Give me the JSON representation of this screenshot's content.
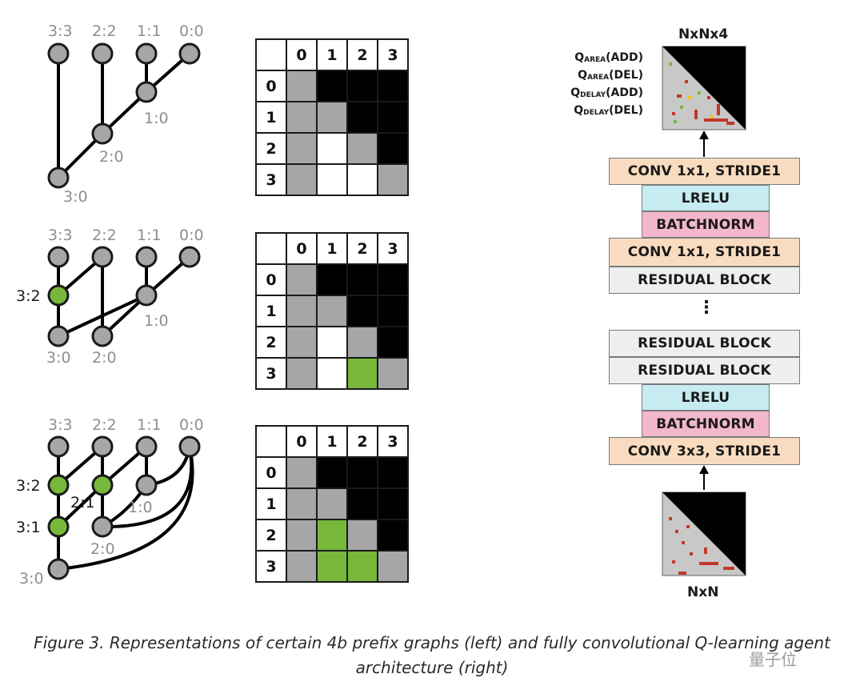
{
  "graphs": [
    {
      "nodes_top": [
        "3:3",
        "2:2",
        "1:1",
        "0:0"
      ],
      "inner": [
        "1:0",
        "2:0",
        "3:0"
      ]
    },
    {
      "nodes_top": [
        "3:3",
        "2:2",
        "1:1",
        "0:0"
      ],
      "inner": [
        "3:2",
        "1:0",
        "3:0",
        "2:0"
      ]
    },
    {
      "nodes_top": [
        "3:3",
        "2:2",
        "1:1",
        "0:0"
      ],
      "inner": [
        "3:2",
        "2:1",
        "1:0",
        "3:1",
        "2:0",
        "3:0"
      ]
    }
  ],
  "colors": {
    "black": "#000000",
    "gray": "#a6a6a6",
    "green": "#77b83a",
    "white": "#ffffff",
    "conv": "#f9dcbf",
    "lrelu": "#c6ecf2",
    "batchnorm": "#f2b7cb",
    "residual": "#eeeeee"
  },
  "grids": [
    {
      "col_headers": [
        "0",
        "1",
        "2",
        "3"
      ],
      "row_headers": [
        "0",
        "1",
        "2",
        "3"
      ],
      "cells": [
        [
          "gray",
          "black",
          "black",
          "black"
        ],
        [
          "gray",
          "gray",
          "black",
          "black"
        ],
        [
          "gray",
          "white",
          "gray",
          "black"
        ],
        [
          "gray",
          "white",
          "white",
          "gray"
        ]
      ]
    },
    {
      "col_headers": [
        "0",
        "1",
        "2",
        "3"
      ],
      "row_headers": [
        "0",
        "1",
        "2",
        "3"
      ],
      "cells": [
        [
          "gray",
          "black",
          "black",
          "black"
        ],
        [
          "gray",
          "gray",
          "black",
          "black"
        ],
        [
          "gray",
          "white",
          "gray",
          "black"
        ],
        [
          "gray",
          "white",
          "green",
          "gray"
        ]
      ]
    },
    {
      "col_headers": [
        "0",
        "1",
        "2",
        "3"
      ],
      "row_headers": [
        "0",
        "1",
        "2",
        "3"
      ],
      "cells": [
        [
          "gray",
          "black",
          "black",
          "black"
        ],
        [
          "gray",
          "gray",
          "black",
          "black"
        ],
        [
          "gray",
          "green",
          "gray",
          "black"
        ],
        [
          "gray",
          "green",
          "green",
          "gray"
        ]
      ]
    }
  ],
  "architecture": {
    "output_label": "NxNx4",
    "input_label": "NxN",
    "q_labels": [
      {
        "base": "Q",
        "sub": "AREA",
        "arg": "(ADD)"
      },
      {
        "base": "Q",
        "sub": "AREA",
        "arg": "(DEL)"
      },
      {
        "base": "Q",
        "sub": "DELAY",
        "arg": "(ADD)"
      },
      {
        "base": "Q",
        "sub": "DELAY",
        "arg": "(DEL)"
      }
    ],
    "layers": [
      {
        "label": "CONV 1x1, STRIDE1",
        "kind": "conv"
      },
      {
        "label": "LRELU",
        "kind": "lrelu"
      },
      {
        "label": "BATCHNORM",
        "kind": "bnorm"
      },
      {
        "label": "CONV 1x1, STRIDE1",
        "kind": "conv"
      },
      {
        "label": "RESIDUAL BLOCK",
        "kind": "resid"
      },
      {
        "label": "RESIDUAL BLOCK",
        "kind": "resid"
      },
      {
        "label": "RESIDUAL BLOCK",
        "kind": "resid"
      },
      {
        "label": "LRELU",
        "kind": "lrelu"
      },
      {
        "label": "BATCHNORM",
        "kind": "bnorm"
      },
      {
        "label": "CONV 3x3, STRIDE1",
        "kind": "conv"
      }
    ],
    "ellipsis": "⋮"
  },
  "caption": {
    "line1": "Figure 3. Representations of certain 4b prefix graphs (left) and fully convolutional Q-learning agent",
    "line2": "architecture (right)"
  },
  "watermark": "量子位"
}
